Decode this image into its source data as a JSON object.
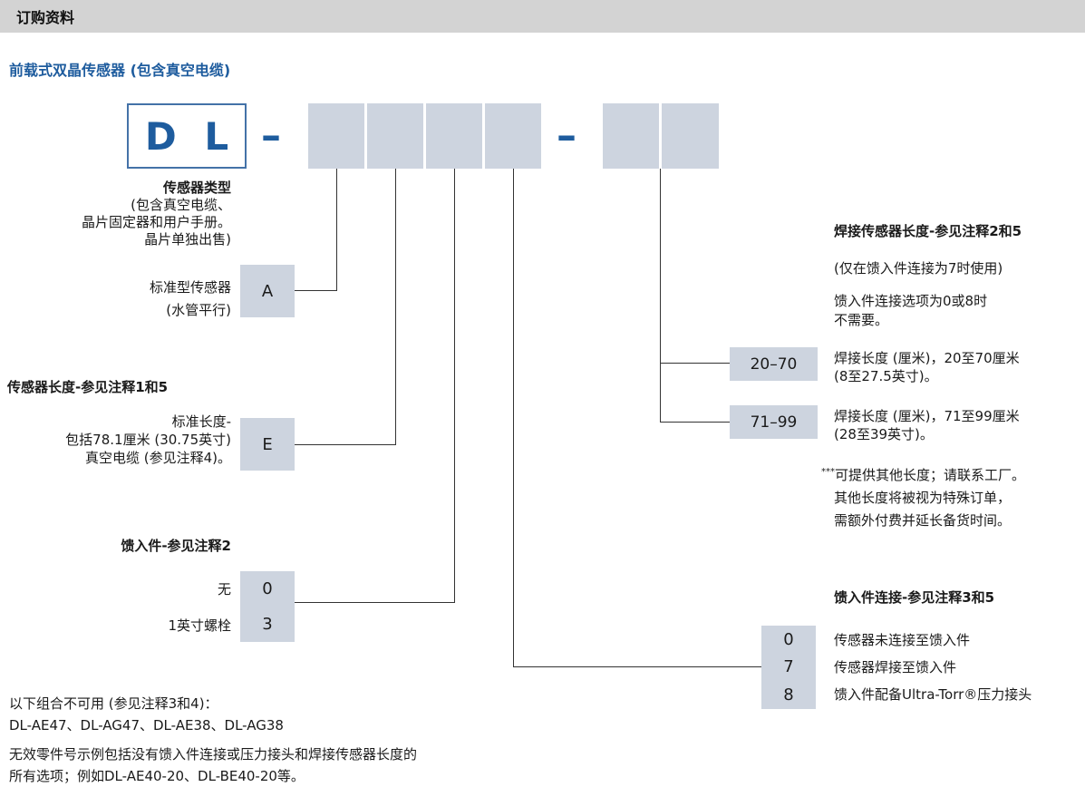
{
  "banner": {
    "title": "订购资料"
  },
  "heading": "前载式双晶传感器 (包含真空电缆)",
  "part_number": {
    "prefix": "D L",
    "dash1": "–",
    "dash2": "–"
  },
  "sensor_type": {
    "title": "传感器类型",
    "subtitle": [
      "(包含真空电缆、",
      "晶片固定器和用户手册。",
      "晶片单独出售)"
    ],
    "option_label": [
      "标准型传感器",
      "(水管平行)"
    ],
    "code": "A"
  },
  "sensor_length": {
    "title": "传感器长度-参见注释1和5",
    "option_label": [
      "标准长度-",
      "包括78.1厘米 (30.75英寸)",
      "真空电缆 (参见注释4)。"
    ],
    "code": "E"
  },
  "feedthrough": {
    "title": "馈入件-参见注释2",
    "options": [
      {
        "label": "无",
        "code": "0"
      },
      {
        "label": "1英寸螺栓",
        "code": "3"
      }
    ]
  },
  "weld_length": {
    "title": "焊接传感器长度-参见注释2和5",
    "note1": "(仅在馈入件连接为7时使用)",
    "note2": [
      "馈入件连接选项为0或8时",
      "不需要。"
    ],
    "options": [
      {
        "code": "20–70",
        "desc": [
          "焊接长度 (厘米)，20至70厘米",
          "(8至27.5英寸)。"
        ]
      },
      {
        "code": "71–99",
        "desc": [
          "焊接长度 (厘米)，71至99厘米",
          "(28至39英寸)。"
        ]
      }
    ],
    "footnote_marker": "***",
    "footnote": [
      "可提供其他长度；请联系工厂。",
      "其他长度将被视为特殊订单，",
      "需额外付费并延长备货时间。"
    ]
  },
  "feedthrough_connection": {
    "title": "馈入件连接-参见注释3和5",
    "options": [
      {
        "code": "0",
        "label": "传感器未连接至馈入件"
      },
      {
        "code": "7",
        "label": "传感器焊接至馈入件"
      },
      {
        "code": "8",
        "label": "馈入件配备Ultra-Torr®压力接头"
      }
    ]
  },
  "footer": {
    "lines": [
      "以下组合不可用 (参见注释3和4)：",
      "DL-AE47、DL-AG47、DL-AE38、DL-AG38",
      "无效零件号示例包括没有馈入件连接或压力接头和焊接传感器长度的",
      "所有选项；例如DL-AE40-20、DL-BE40-20等。"
    ]
  },
  "colors": {
    "accent_blue": "#1e5c9e",
    "box_fill": "#cdd4df",
    "banner_gray": "#d3d3d3"
  }
}
